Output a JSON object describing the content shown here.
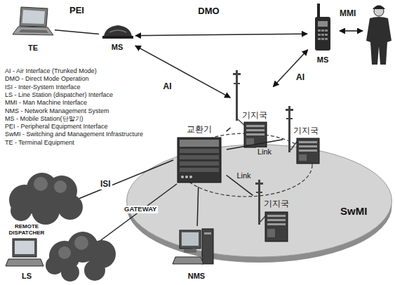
{
  "diagram": {
    "nodes": [
      {
        "text": [
          "TE"
        ]
      },
      {
        "text": [
          "MS"
        ]
      },
      {
        "text": [
          "MS"
        ]
      },
      {
        "text": [
          "SwMI"
        ]
      },
      {
        "text": [
          "교환기"
        ],
        "in": 3
      },
      {
        "text": [
          "기지국"
        ],
        "in": 3
      },
      {
        "text": [
          "기지국"
        ],
        "in": 3
      },
      {
        "text": [
          "기지국"
        ],
        "in": 3
      },
      {
        "text": [
          "REMOTE DISPATCHER",
          "LS"
        ]
      },
      {
        "text": [
          "NMS"
        ]
      }
    ],
    "edges": [
      {
        "from": 0,
        "to": 1,
        "label": "PEI",
        "arrow": "none"
      },
      {
        "from": 1,
        "to": 2,
        "label": "DMO",
        "arrow": "both"
      },
      {
        "from": 1,
        "to": 5,
        "label": "AI",
        "arrow": "both"
      },
      {
        "from": 2,
        "to": 5,
        "label": "AI",
        "arrow": "both"
      },
      {
        "from": 4,
        "to": 5,
        "arrow": "none"
      },
      {
        "from": 4,
        "to": 6,
        "label": "Link",
        "arrow": "none"
      },
      {
        "from": 4,
        "to": 7,
        "label": "Link",
        "arrow": "none"
      },
      {
        "from": 4,
        "to": 9,
        "arrow": "none"
      }
    ],
    "labels": [
      "AI - Air Interface (Trunked Mode)",
      "DMO - Direct Mode Operation",
      "ISI - Inter-System Interface",
      "LS - Line Station (dispatcher) Interface",
      "MMI - Man Machine Interface",
      "NMS - Network Management System",
      "MS - Mobile Station(단말기)",
      "PEI - Peripheral Equipment Interface",
      "SwMI - Switching and Management Infrastructure",
      "TE - Terminal Equipment",
      "MMI",
      "ISI",
      "GATEWAY"
    ]
  }
}
